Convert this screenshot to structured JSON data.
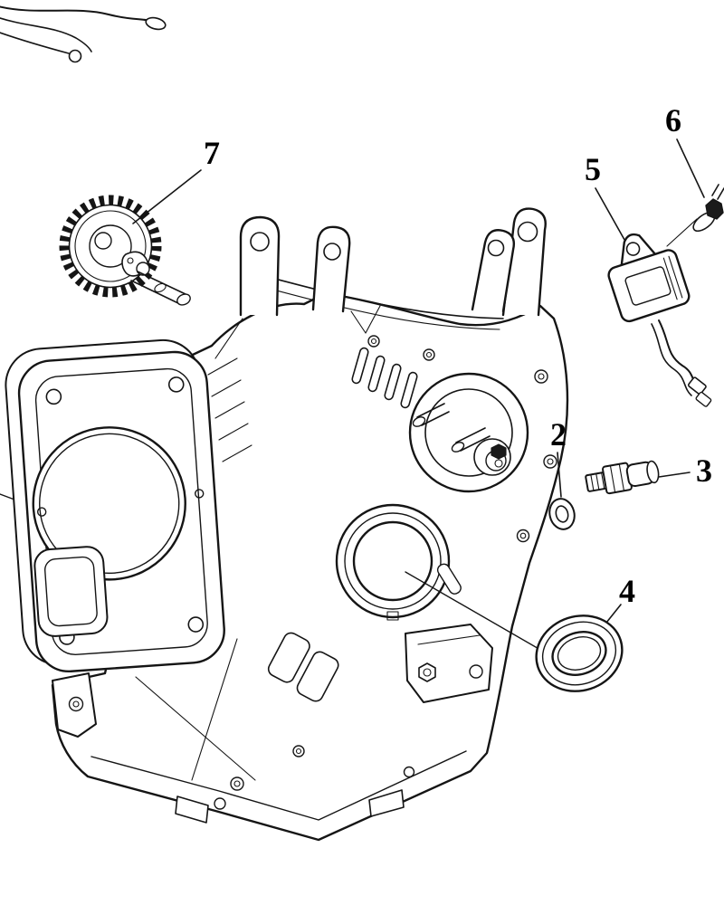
{
  "diagram": {
    "title": "engine-crankcase-exploded-parts-diagram",
    "background_color": "#ffffff",
    "line_color": "#151515",
    "label_color": "#000000",
    "callouts": [
      {
        "label": "7",
        "part": "camshaft-gear-assembly"
      },
      {
        "label": "6",
        "part": "coil-mounting-bolt"
      },
      {
        "label": "5",
        "part": "ignition-coil"
      },
      {
        "label": "2",
        "part": "sealing-washer"
      },
      {
        "label": "3",
        "part": "oil-level-switch"
      },
      {
        "label": "4",
        "part": "crankshaft-oil-seal"
      }
    ]
  }
}
